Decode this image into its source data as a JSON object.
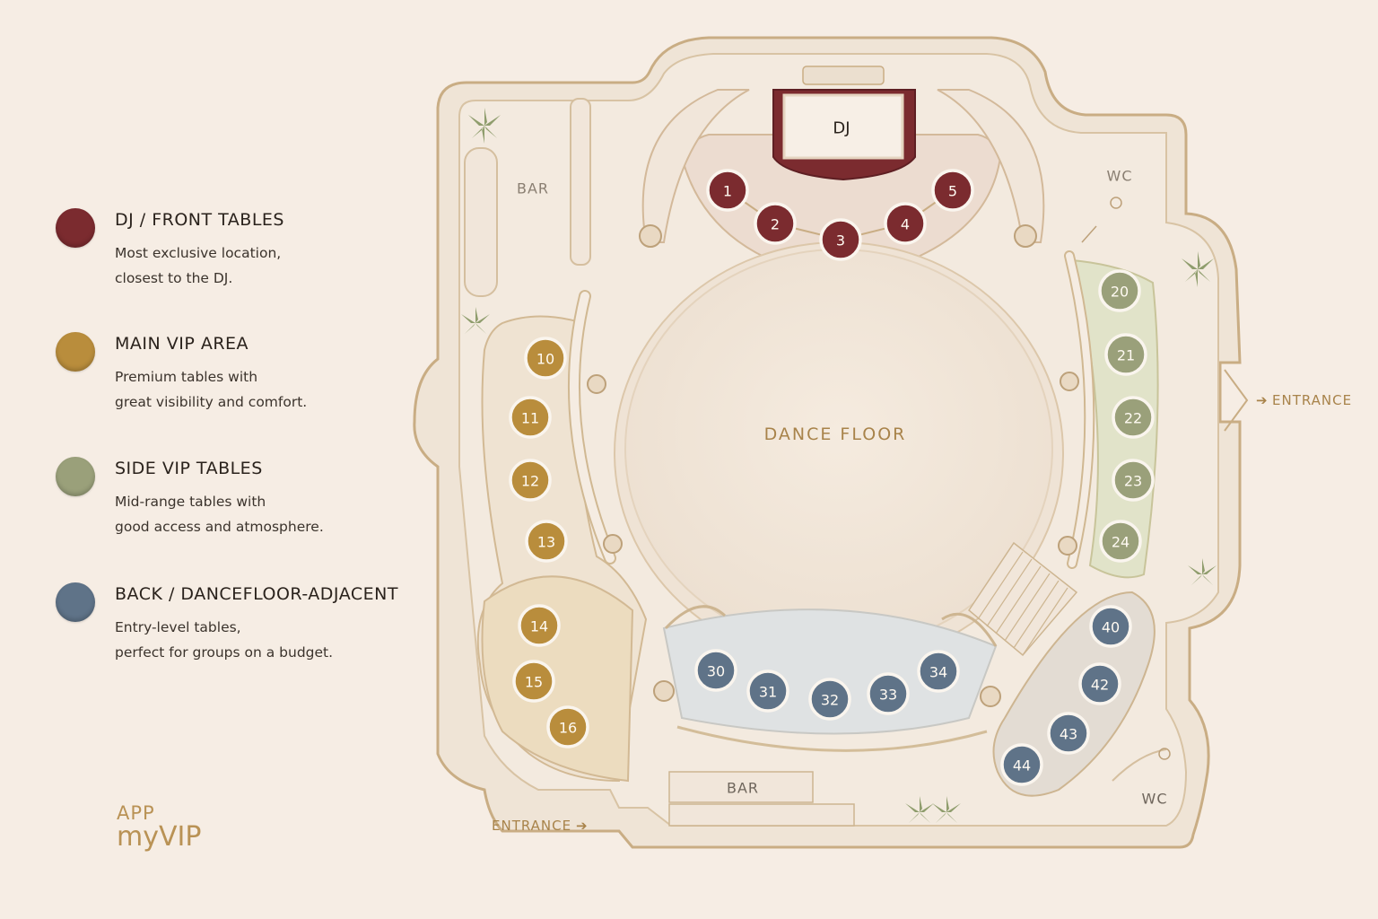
{
  "legend": {
    "categories": [
      {
        "key": "dj",
        "title": "DJ / FRONT TABLES",
        "desc_lines": [
          "Most exclusive location,",
          "closest to the DJ."
        ],
        "color": "#7b2b2f"
      },
      {
        "key": "main",
        "title": "MAIN VIP AREA",
        "desc_lines": [
          "Premium tables with",
          "great visibility and comfort."
        ],
        "color": "#b98d3c"
      },
      {
        "key": "side",
        "title": "SIDE VIP TABLES",
        "desc_lines": [
          "Mid-range tables with",
          "good access and atmosphere."
        ],
        "color": "#9aa07a"
      },
      {
        "key": "back",
        "title": "BACK / DANCEFLOOR-ADJACENT",
        "desc_lines": [
          "Entry-level tables,",
          "perfect for groups on a budget."
        ],
        "color": "#5f7388"
      }
    ]
  },
  "brand": {
    "line1": "APP",
    "line2": "myVIP"
  },
  "map": {
    "labels": {
      "dj_booth": "DJ",
      "dance_floor": "DANCE FLOOR",
      "bar_top": "BAR",
      "bar_bottom": "BAR",
      "wc_top": "WC",
      "wc_bottom": "WC",
      "entrance_right": "ENTRANCE",
      "entrance_bottom": "ENTRANCE"
    },
    "table_groups": [
      {
        "key": "dj",
        "color": "#7b2b2f",
        "tables": [
          "1",
          "2",
          "3",
          "4",
          "5"
        ]
      },
      {
        "key": "main",
        "color": "#b98d3c",
        "tables": [
          "10",
          "11",
          "12",
          "13",
          "14",
          "15",
          "16"
        ]
      },
      {
        "key": "side",
        "color": "#9aa07a",
        "tables": [
          "20",
          "21",
          "22",
          "23",
          "24"
        ]
      },
      {
        "key": "back",
        "color": "#5f7388",
        "tables": [
          "30",
          "31",
          "32",
          "33",
          "34",
          "40",
          "42",
          "43",
          "44"
        ]
      }
    ]
  }
}
